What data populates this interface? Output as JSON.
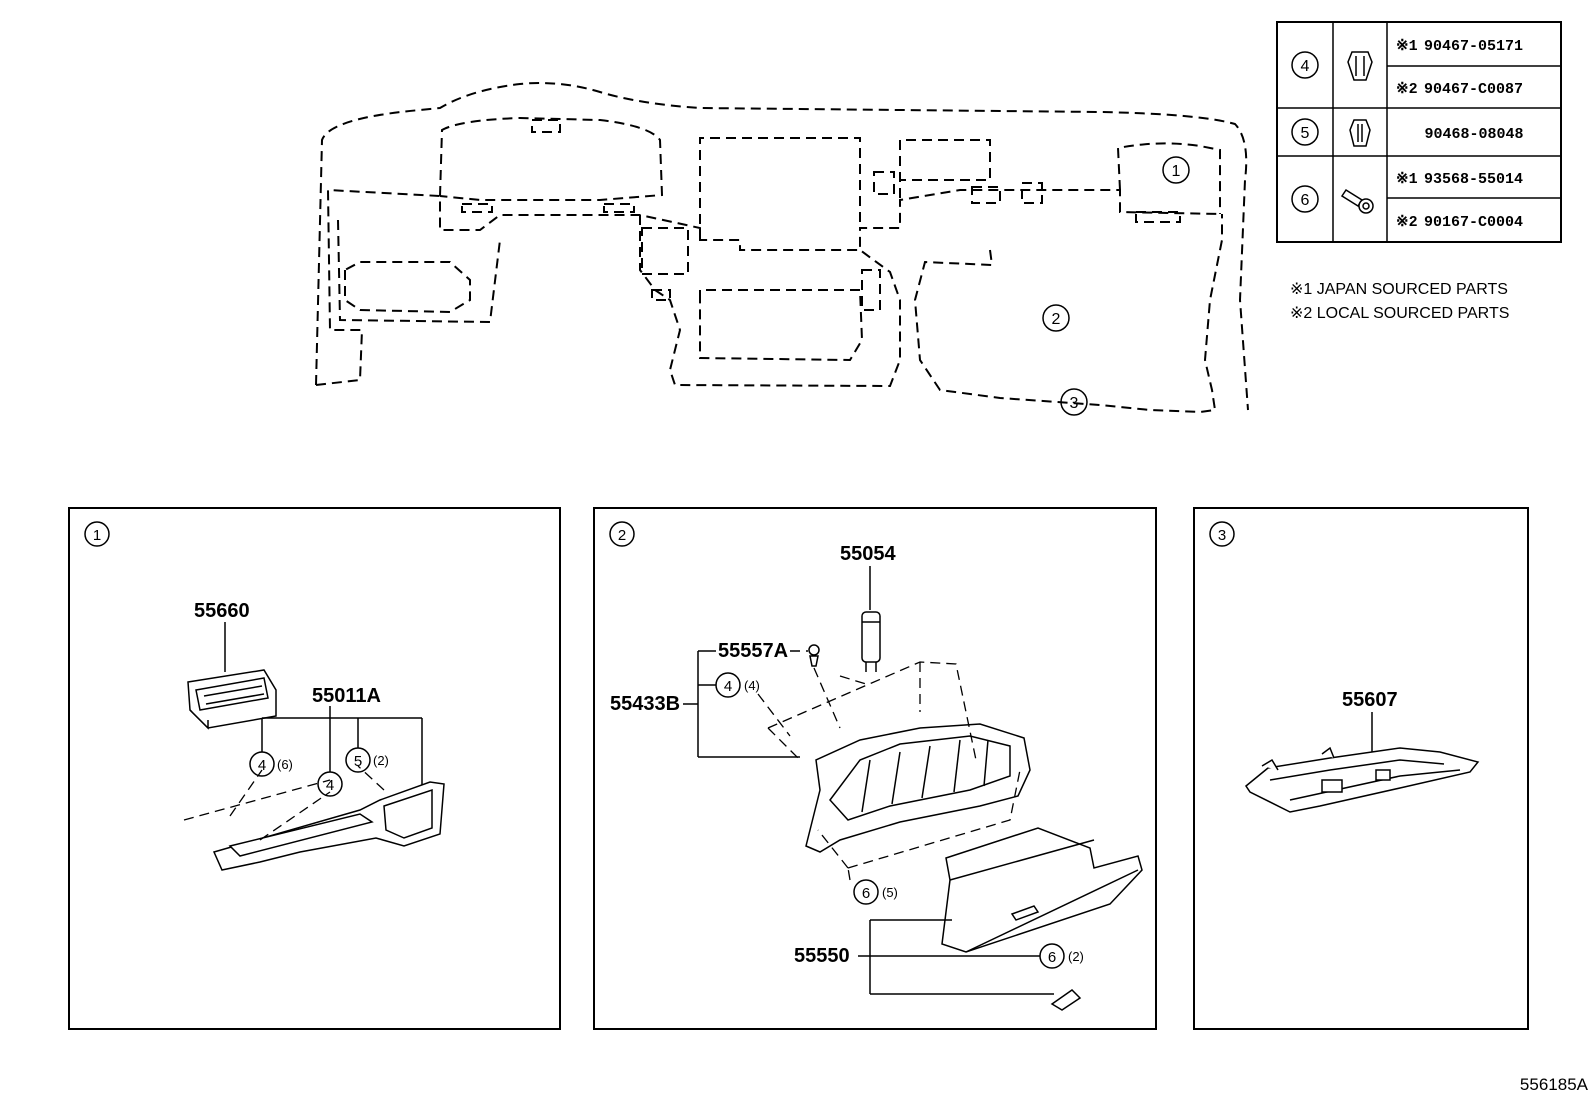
{
  "ref_markers": {
    "m1": "1",
    "m2": "2",
    "m3": "3",
    "m4": "4",
    "m5": "5",
    "m6": "6"
  },
  "table": {
    "rows": [
      {
        "ref": "4",
        "icon": "clip-icon",
        "parts": [
          {
            "mark": "※1",
            "number": "90467-05171"
          },
          {
            "mark": "※2",
            "number": "90467-C0087"
          }
        ]
      },
      {
        "ref": "5",
        "icon": "clip-icon",
        "parts": [
          {
            "mark": "",
            "number": "90468-08048"
          }
        ]
      },
      {
        "ref": "6",
        "icon": "screw-icon",
        "parts": [
          {
            "mark": "※1",
            "number": "93568-55014"
          },
          {
            "mark": "※2",
            "number": "90167-C0004"
          }
        ]
      }
    ]
  },
  "notes": {
    "note1": "※1 JAPAN SOURCED PARTS",
    "note2": "※2 LOCAL SOURCED PARTS"
  },
  "panels": {
    "p1": {
      "title_marker": "1",
      "labels": {
        "part_55660": "55660",
        "part_55011A": "55011A",
        "qty_4": "(6)",
        "qty_5": "(2)"
      }
    },
    "p2": {
      "title_marker": "2",
      "labels": {
        "part_55054": "55054",
        "part_55557A": "55557A",
        "part_55433B": "55433B",
        "qty_4": "(4)",
        "qty_6a": "(5)",
        "part_55550": "55550",
        "qty_6b": "(2)"
      }
    },
    "p3": {
      "title_marker": "3",
      "labels": {
        "part_55607": "55607"
      }
    }
  },
  "footer": {
    "diagram_code": "556185A"
  }
}
